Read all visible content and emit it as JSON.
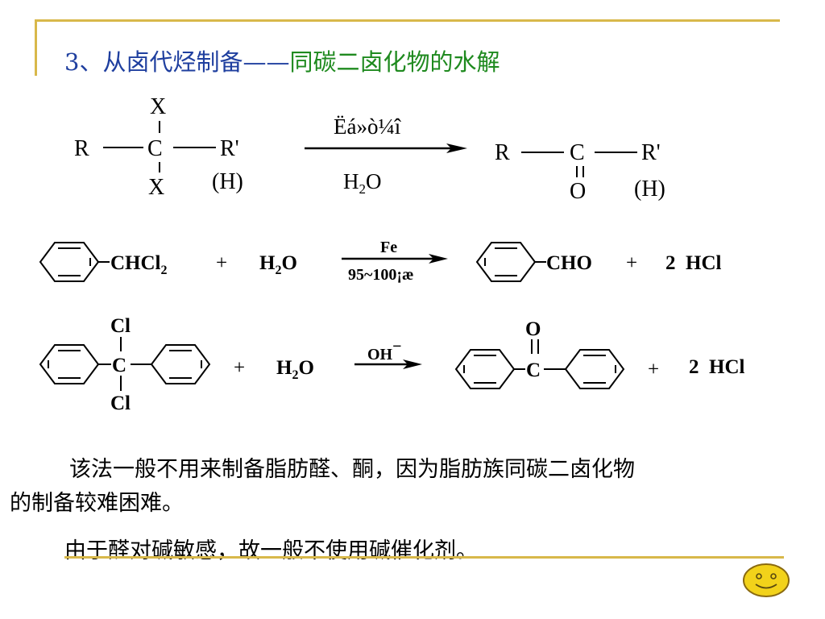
{
  "title": {
    "number": "3、",
    "lead": "从卤代烃制备——",
    "sub": "同碳二卤化物的水解"
  },
  "reaction1": {
    "top_sub": "X",
    "bottom_sub": "X",
    "left": "R",
    "center": "C",
    "right": "R'",
    "right_alt": "(H)",
    "arrow_top": "Ëá»ò¼î",
    "arrow_bottom_main": "H",
    "arrow_bottom_sub": "2",
    "arrow_bottom_tail": "O",
    "prod_left": "R",
    "prod_center": "C",
    "prod_right": "R'",
    "prod_oxygen": "O",
    "prod_alt": "(H)"
  },
  "reaction2": {
    "reactant_main": "CHCl",
    "reactant_sub": "2",
    "plus1": "+",
    "water_main": "H",
    "water_sub": "2",
    "water_tail": "O",
    "arrow_top": "Fe",
    "arrow_bottom": "95~100¡æ",
    "product": "CHO",
    "plus2": "+",
    "byproduct": "2  HCl"
  },
  "reaction3": {
    "top_cl": "Cl",
    "center": "C",
    "bottom_cl": "Cl",
    "plus1": "+",
    "water_main": "H",
    "water_sub": "2",
    "water_tail": "O",
    "arrow_top": "OH",
    "arrow_charge": "−",
    "prod_oxygen": "O",
    "prod_center": "C",
    "plus2": "+",
    "byproduct": "2  HCl"
  },
  "paragraphs": {
    "p1_line1": "该法一般不用来制备脂肪醛、酮，因为脂肪族同碳二卤化物",
    "p1_line2": "的制备较难困难。",
    "p2": "由于醛对碱敏感，故一般不使用碱催化剂。"
  },
  "colors": {
    "accent_rule": "#d8b84a",
    "title_blue": "#1f3f9f",
    "title_green": "#1f8a1f",
    "face_fill": "#f2d21a"
  }
}
